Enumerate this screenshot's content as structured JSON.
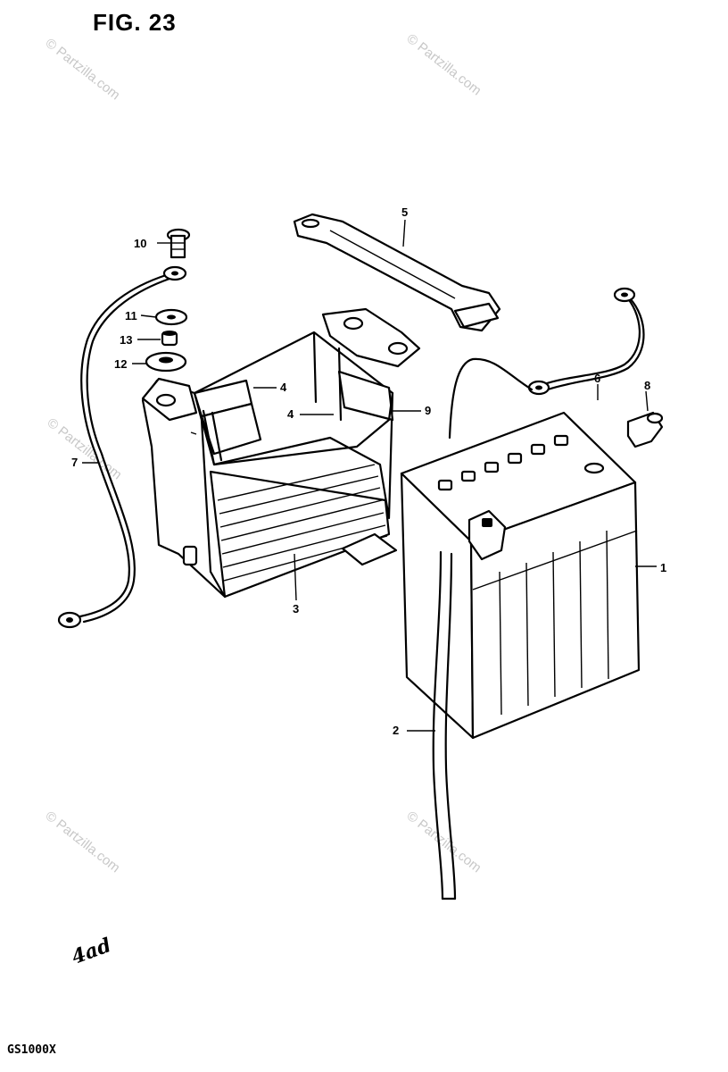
{
  "figure": {
    "title": "FIG. 23",
    "footer_code": "GS1000X",
    "logo_text": "4ad"
  },
  "watermark": {
    "text": "© Partzilla.com"
  },
  "callouts": [
    {
      "id": "c1",
      "label": "1"
    },
    {
      "id": "c2",
      "label": "2"
    },
    {
      "id": "c3",
      "label": "3"
    },
    {
      "id": "c4a",
      "label": "4"
    },
    {
      "id": "c4b",
      "label": "4"
    },
    {
      "id": "c5",
      "label": "5"
    },
    {
      "id": "c6",
      "label": "6"
    },
    {
      "id": "c7",
      "label": "7"
    },
    {
      "id": "c8",
      "label": "8"
    },
    {
      "id": "c9",
      "label": "9"
    },
    {
      "id": "c10",
      "label": "10"
    },
    {
      "id": "c11",
      "label": "11"
    },
    {
      "id": "c12",
      "label": "12"
    },
    {
      "id": "c13",
      "label": "13"
    }
  ],
  "colors": {
    "line": "#000000",
    "background": "#ffffff",
    "watermark": "#c8c8c8"
  }
}
